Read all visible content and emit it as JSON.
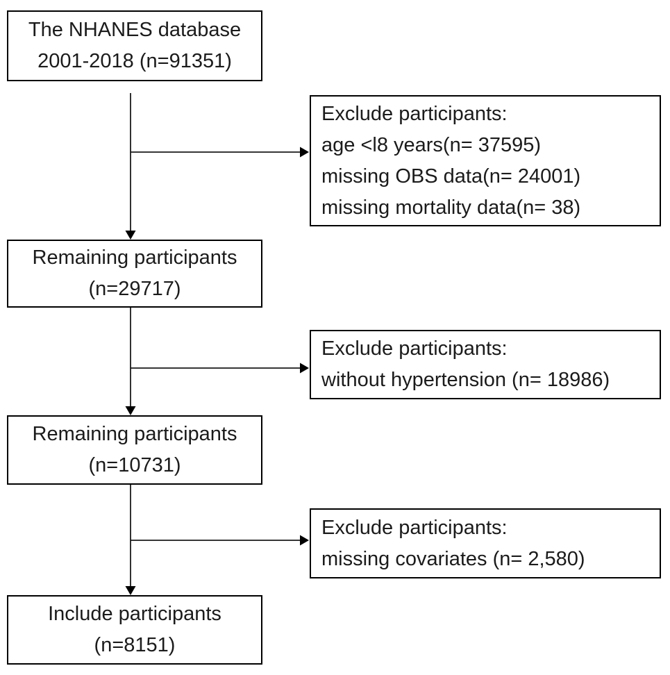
{
  "figure": {
    "type": "participant-flow-diagram",
    "colors": {
      "background": "#ffffff",
      "box_border": "#000000",
      "connector_line": "#1a1a1a",
      "text": "#1b1b1b"
    }
  },
  "flowchart": {
    "main_boxes": [
      {
        "id": "nhanes-database",
        "lines": [
          "The NHANES database",
          "2001-2018 (n=91351)"
        ]
      },
      {
        "id": "remaining-participants-1",
        "lines": [
          "Remaining participants",
          "(n=29717)"
        ]
      },
      {
        "id": "remaining-participants-2",
        "lines": [
          "Remaining participants",
          "(n=10731)"
        ]
      },
      {
        "id": "include-participants",
        "lines": [
          "Include participants",
          "(n=8151)"
        ]
      }
    ],
    "exclude_boxes": [
      {
        "id": "exclude-1",
        "lines": [
          "Exclude participants:",
          "age <l8 years(n= 37595)",
          "missing OBS data(n= 24001)",
          "missing mortality data(n= 38)"
        ]
      },
      {
        "id": "exclude-2",
        "lines": [
          "Exclude participants:",
          "without hypertension (n= 18986)"
        ]
      },
      {
        "id": "exclude-3",
        "lines": [
          "Exclude participants:",
          "missing covariates (n= 2,580)"
        ]
      }
    ]
  }
}
